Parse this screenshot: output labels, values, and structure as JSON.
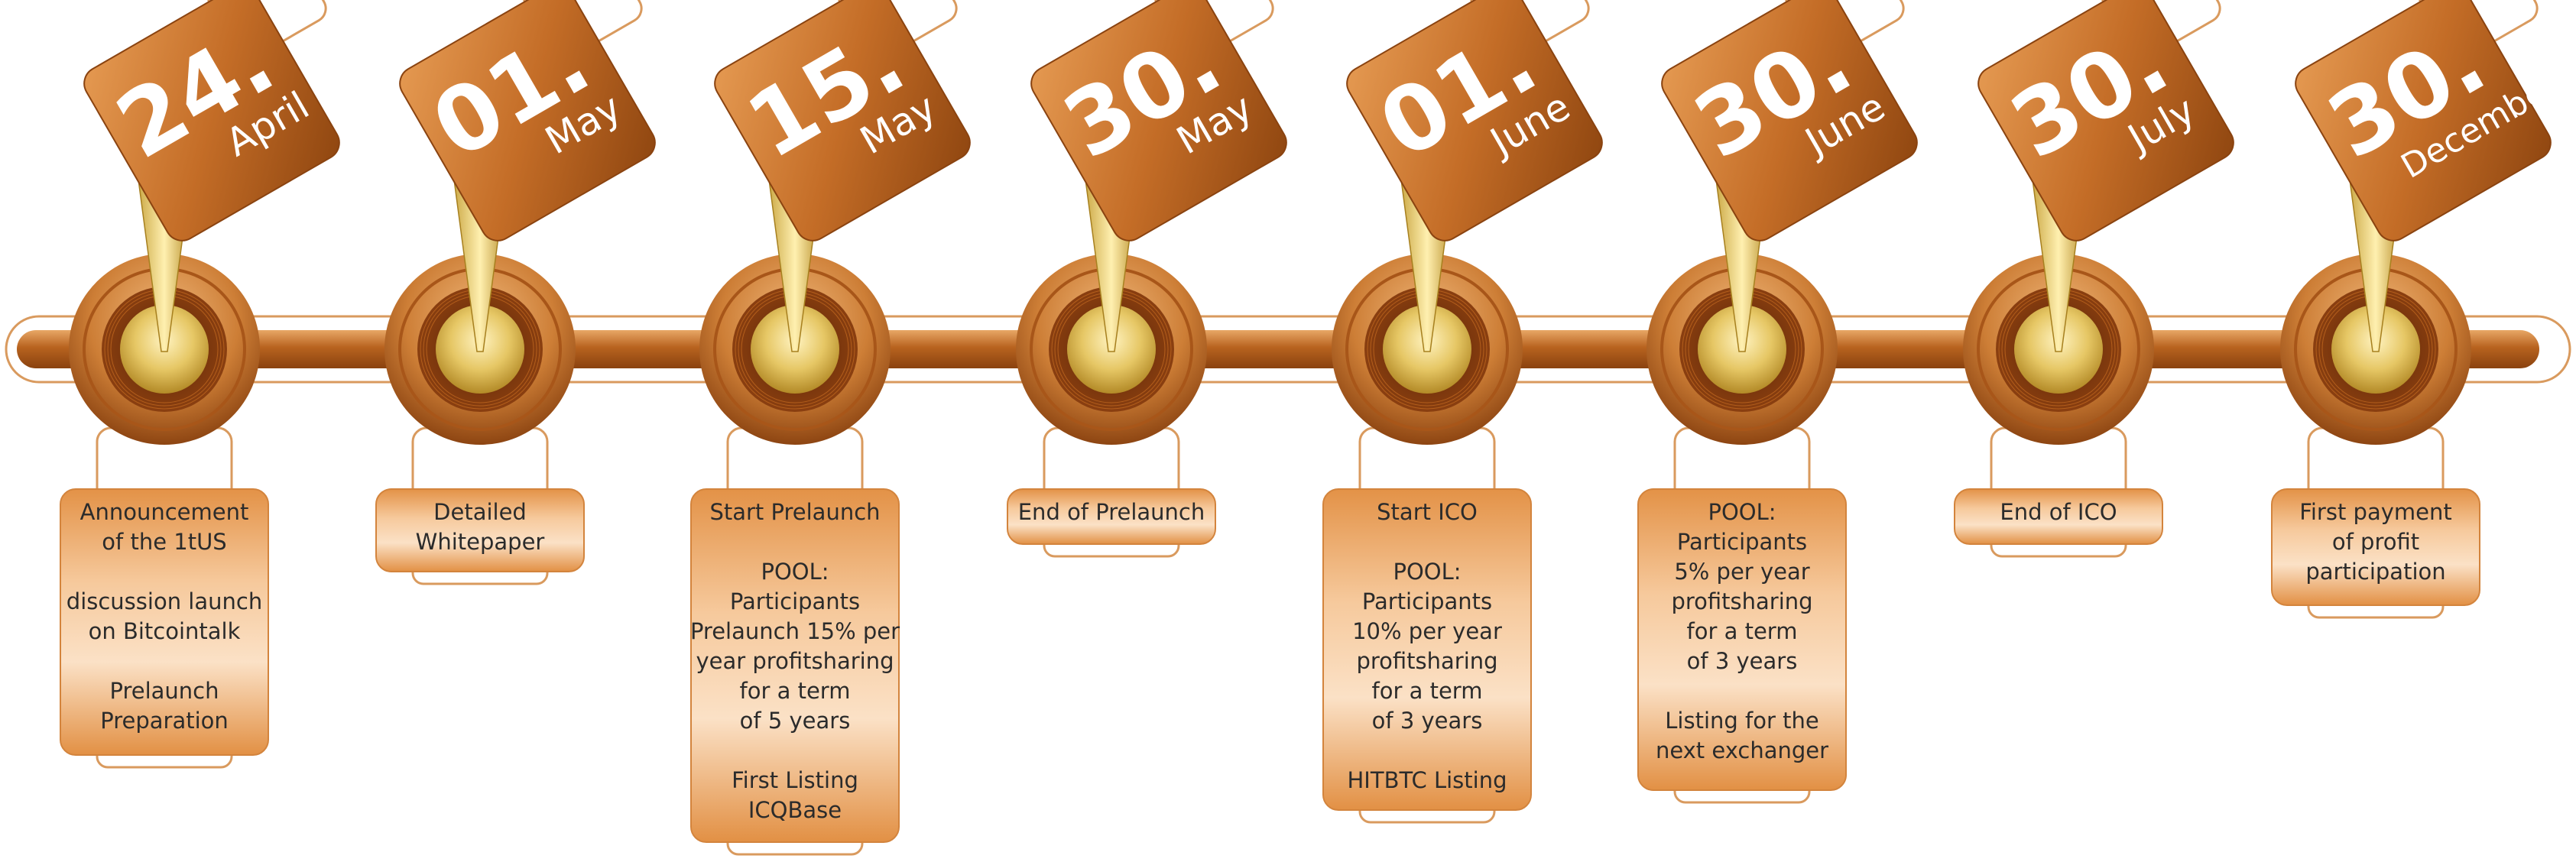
{
  "colors": {
    "copper_dark": "#9c4f12",
    "copper": "#cc7b33",
    "copper_light": "#f2c08c",
    "gold": "#e8cf72",
    "gold_dark": "#b08a26",
    "text": "#2b2b2b"
  },
  "milestones": [
    {
      "day": "24.",
      "month": "April",
      "lines": [
        "Announcement",
        "of the 1tUS",
        "",
        "discussion launch",
        "on Bitcointalk",
        "",
        "Prelaunch",
        "Preparation"
      ]
    },
    {
      "day": "01.",
      "month": "May",
      "lines": [
        "Detailed",
        "Whitepaper"
      ]
    },
    {
      "day": "15.",
      "month": "May",
      "lines": [
        "Start Prelaunch",
        "",
        "POOL:",
        "Participants",
        "Prelaunch 15% per",
        "year profitsharing",
        "for a term",
        "of 5 years",
        "",
        "First Listing",
        "ICQBase"
      ]
    },
    {
      "day": "30.",
      "month": "May",
      "lines": [
        "End of Prelaunch"
      ]
    },
    {
      "day": "01.",
      "month": "June",
      "lines": [
        "Start ICO",
        "",
        "POOL:",
        "Participants",
        "10% per year",
        "profitsharing",
        "for a term",
        "of 3 years",
        "",
        "HITBTC Listing"
      ]
    },
    {
      "day": "30.",
      "month": "June",
      "lines": [
        "POOL:",
        "Participants",
        "5% per year",
        "profitsharing",
        "for a term",
        "of 3 years",
        "",
        "Listing for the",
        "next exchanger"
      ]
    },
    {
      "day": "30.",
      "month": "July",
      "lines": [
        "End of ICO"
      ]
    },
    {
      "day": "30.",
      "month": "December",
      "lines": [
        "First payment",
        "of profit",
        "participation"
      ]
    }
  ]
}
